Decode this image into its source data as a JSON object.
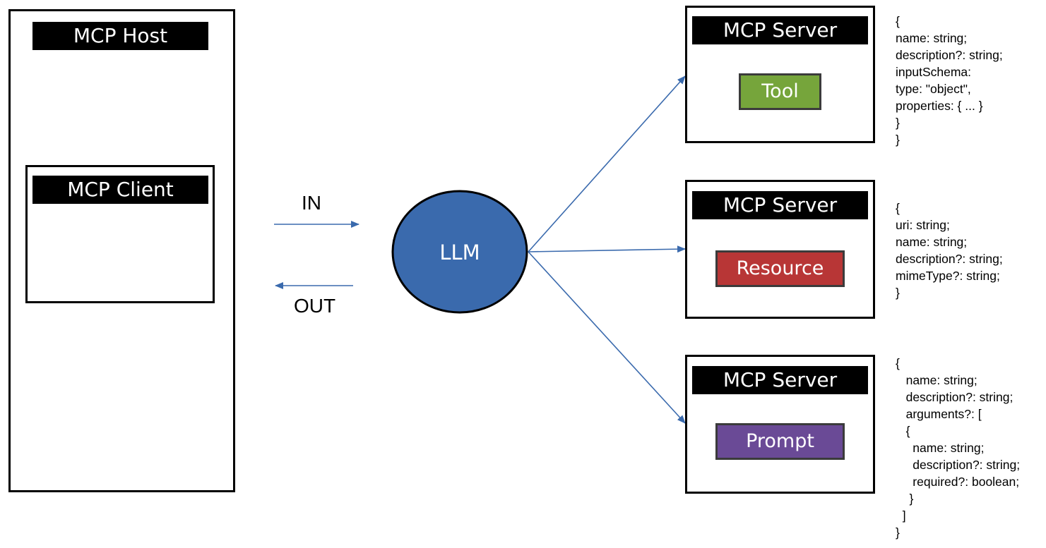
{
  "host": {
    "title": "MCP Host"
  },
  "client": {
    "title": "MCP Client"
  },
  "flow": {
    "in_label": "IN",
    "out_label": "OUT"
  },
  "llm": {
    "label": "LLM",
    "fill": "#3a6aad"
  },
  "servers": [
    {
      "title": "MCP Server",
      "chip_label": "Tool",
      "chip_color": "#76a53b",
      "schema": "{\nname: string;\ndescription?: string;\ninputSchema:\ntype: \"object\",\nproperties: { ... }\n}\n}"
    },
    {
      "title": "MCP Server",
      "chip_label": "Resource",
      "chip_color": "#b83636",
      "schema": "{\nuri: string;\nname: string;\ndescription?: string;\nmimeType?: string;\n}"
    },
    {
      "title": "MCP Server",
      "chip_label": "Prompt",
      "chip_color": "#6a4a96",
      "schema": "{\n   name: string;\n   description?: string;\n   arguments?: [\n   {\n     name: string;\n     description?: string;\n     required?: boolean;\n    }\n  ]\n}"
    }
  ],
  "colors": {
    "arrow": "#3a6aad",
    "border": "#000000"
  }
}
